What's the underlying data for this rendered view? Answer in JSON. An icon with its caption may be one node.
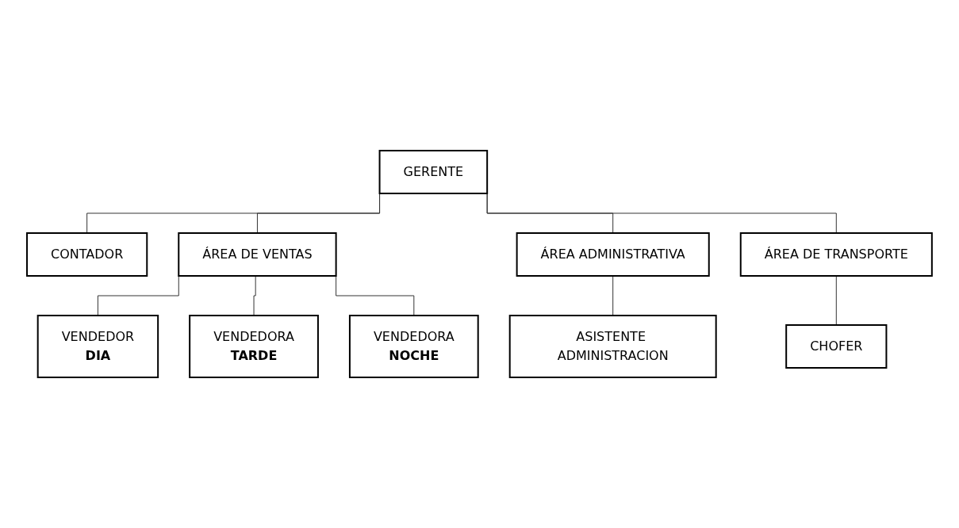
{
  "diagram": {
    "nodes": [
      {
        "text": [
          "GERENTE"
        ]
      },
      {
        "text": [
          "CONTADOR"
        ]
      },
      {
        "text": [
          "ÁREA DE VENTAS"
        ]
      },
      {
        "text": [
          "ÁREA ADMINISTRATIVA"
        ]
      },
      {
        "text": [
          "ÁREA DE TRANSPORTE"
        ]
      },
      {
        "text": [
          "VENDEDOR",
          "DIA"
        ]
      },
      {
        "text": [
          "VENDEDORA",
          "TARDE"
        ]
      },
      {
        "text": [
          "VENDEDORA",
          "NOCHE"
        ]
      },
      {
        "text": [
          "ASISTENTE ADMINISTRACION"
        ]
      },
      {
        "text": [
          "CHOFER"
        ]
      }
    ],
    "edges": [
      {
        "from": 0,
        "to": 1,
        "arrow": "none"
      },
      {
        "from": 0,
        "to": 2,
        "arrow": "none"
      },
      {
        "from": 0,
        "to": 3,
        "arrow": "none"
      },
      {
        "from": 0,
        "to": 4,
        "arrow": "none"
      },
      {
        "from": 2,
        "to": 5,
        "arrow": "none"
      },
      {
        "from": 2,
        "to": 6,
        "arrow": "none"
      },
      {
        "from": 2,
        "to": 7,
        "arrow": "none"
      },
      {
        "from": 3,
        "to": 8,
        "arrow": "none"
      },
      {
        "from": 4,
        "to": 9,
        "arrow": "none"
      }
    ]
  }
}
